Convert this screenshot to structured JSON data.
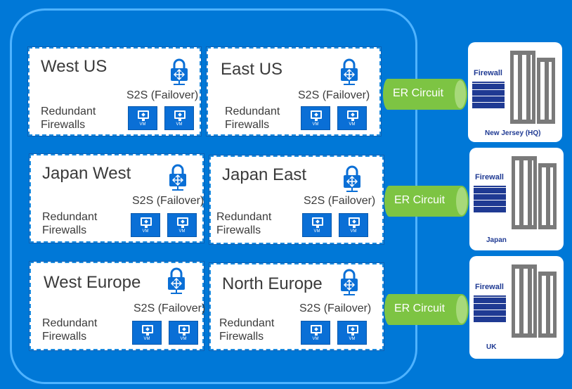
{
  "regions": [
    {
      "name": "West US",
      "s2s": "S2S (Failover)",
      "firewalls": "Redundant\nFirewalls",
      "vm_label": "VM"
    },
    {
      "name": "East US",
      "s2s": "S2S (Failover)",
      "firewalls": "Redundant\nFirewalls",
      "vm_label": "VM"
    },
    {
      "name": "Japan West",
      "s2s": "S2S (Failover)",
      "firewalls": "Redundant\nFirewalls",
      "vm_label": "VM"
    },
    {
      "name": "Japan East",
      "s2s": "S2S (Failover)",
      "firewalls": "Redundant\nFirewalls",
      "vm_label": "VM"
    },
    {
      "name": "West Europe",
      "s2s": "S2S (Failover)",
      "firewalls": "Redundant\nFirewalls",
      "vm_label": "VM"
    },
    {
      "name": "North Europe",
      "s2s": "S2S (Failover)",
      "firewalls": "Redundant\nFirewalls",
      "vm_label": "VM"
    }
  ],
  "circuits": [
    {
      "label": "ER Circuit"
    },
    {
      "label": "ER Circuit"
    },
    {
      "label": "ER Circuit"
    }
  ],
  "sites": [
    {
      "name": "New Jersey (HQ)",
      "firewall": "Firewall"
    },
    {
      "name": "Japan",
      "firewall": "Firewall"
    },
    {
      "name": "UK",
      "firewall": "Firewall"
    }
  ],
  "colors": {
    "background": "#0078d7",
    "circuit": "#7dc443",
    "firewall": "#1f3a93",
    "building": "#7a7a7a"
  }
}
